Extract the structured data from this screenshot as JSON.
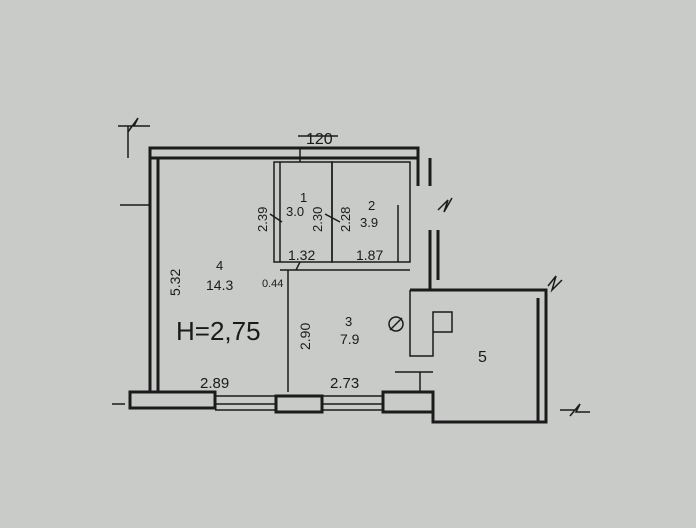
{
  "top_dimension": "120",
  "ceiling_height": "H=2,75",
  "rooms": [
    {
      "number": "1",
      "area": "3.0"
    },
    {
      "number": "2",
      "area": "3.9"
    },
    {
      "number": "3",
      "area": "7.9"
    },
    {
      "number": "4",
      "area": "14.3"
    },
    {
      "number": "5"
    }
  ],
  "dimensions": {
    "d_532": "5.32",
    "d_239": "2.39",
    "d_230": "2.30",
    "d_228": "2.28",
    "d_132": "1.32",
    "d_187": "1.87",
    "d_044": "0.44",
    "d_290": "2.90",
    "d_289": "2.89",
    "d_273": "2.73"
  },
  "colors": {
    "background": "#c9cbc8",
    "ink": "#1b1b1b"
  }
}
